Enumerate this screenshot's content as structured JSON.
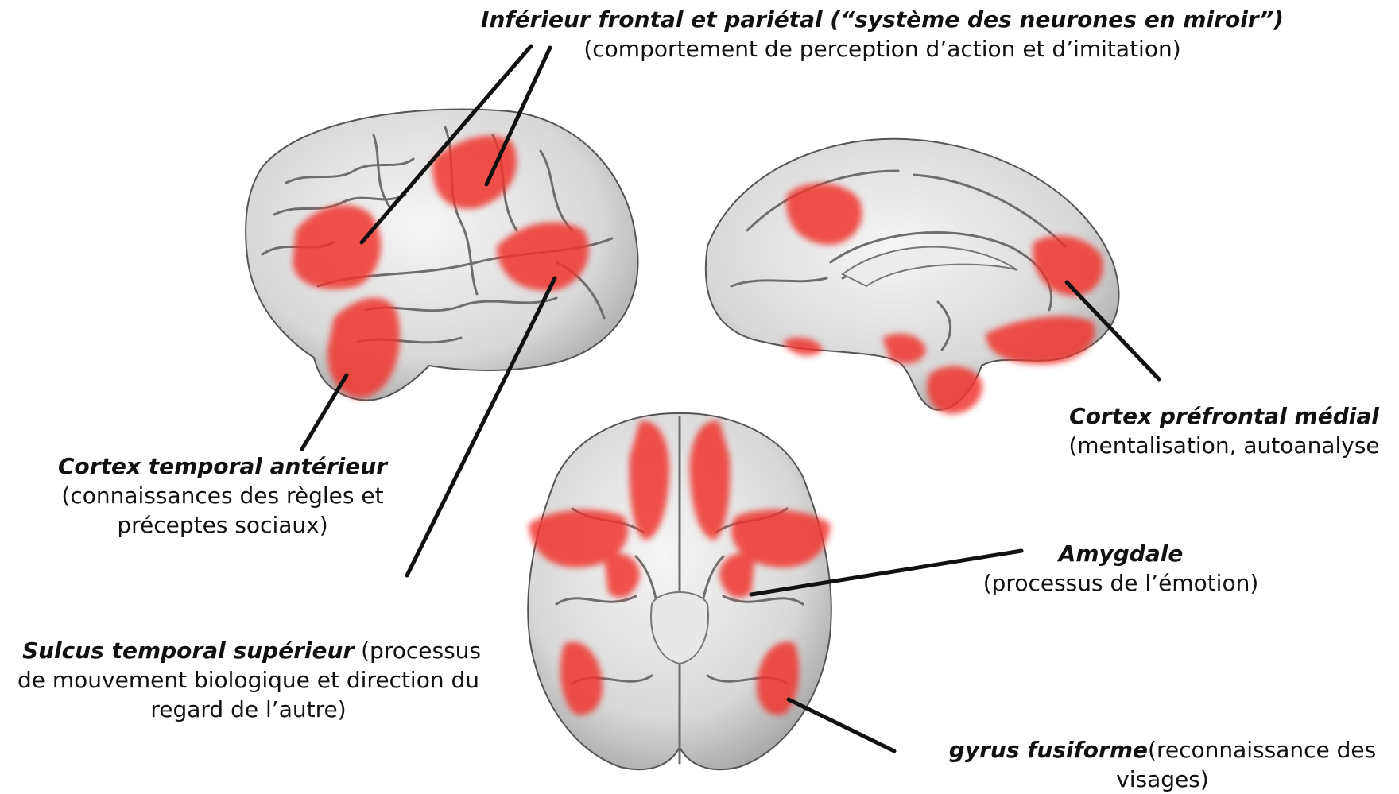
{
  "labels": {
    "mirror": {
      "title": "Inférieur frontal et pariétal (“système des neurones en miroir”)",
      "desc": "(comportement de perception d’action et d’imitation)"
    },
    "mpfc": {
      "title": "Cortex préfrontal médial",
      "desc": "(mentalisation, autoanalyse"
    },
    "atc": {
      "title": "Cortex temporal antérieur",
      "desc": "(connaissances des règles et préceptes sociaux)"
    },
    "amygdala": {
      "title": "Amygdale",
      "desc": "(processus de l’émotion)"
    },
    "sts": {
      "title": "Sulcus temporal supérieur",
      "desc_inline": " (processus",
      "desc": "de mouvement biologique et direction du regard de l’autre)"
    },
    "fusiform": {
      "title": "gyrus fusiforme",
      "desc": "(reconnaissance des visages)"
    }
  },
  "colors": {
    "highlight": "#f0362d",
    "brain_fill": "#dedede",
    "brain_sulci": "#7a7a7a",
    "leader_line": "#111111"
  }
}
